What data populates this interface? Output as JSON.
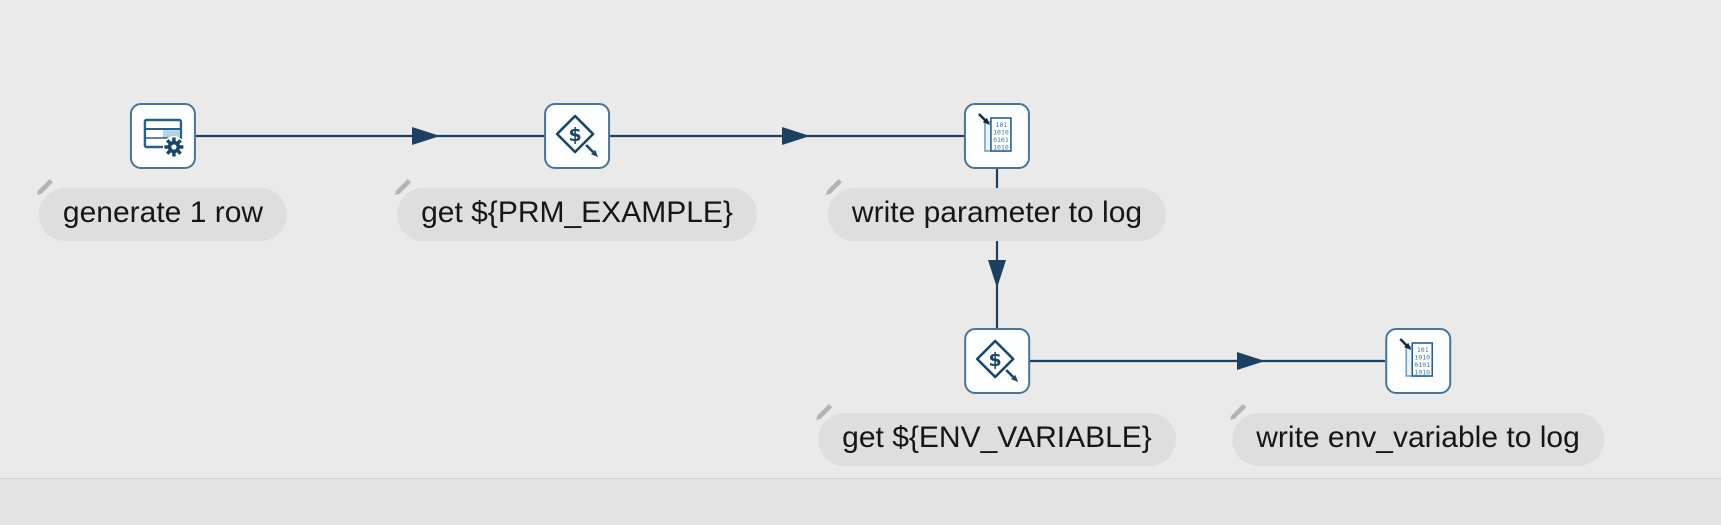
{
  "canvas": {
    "background": "#eaeaea",
    "accent": "#1c4060",
    "node_border": "#4d7392",
    "label_bg": "#dedede"
  },
  "pipeline": {
    "nodes": [
      {
        "label": "generate 1 row",
        "type": "generate-rows",
        "icon": "table-gear-icon"
      },
      {
        "label": "get ${PRM_EXAMPLE}",
        "type": "get-variable",
        "icon": "dollar-diamond-icon"
      },
      {
        "label": "write parameter to log",
        "type": "write-to-log",
        "icon": "log-document-icon"
      },
      {
        "label": "get ${ENV_VARIABLE}",
        "type": "get-variable",
        "icon": "dollar-diamond-icon"
      },
      {
        "label": "write env_variable to log",
        "type": "write-to-log",
        "icon": "log-document-icon"
      }
    ],
    "edges": [
      {
        "from": "generate 1 row",
        "to": "get ${PRM_EXAMPLE}"
      },
      {
        "from": "get ${PRM_EXAMPLE}",
        "to": "write parameter to log"
      },
      {
        "from": "write parameter to log",
        "to": "get ${ENV_VARIABLE}"
      },
      {
        "from": "get ${ENV_VARIABLE}",
        "to": "write env_variable to log"
      }
    ]
  }
}
